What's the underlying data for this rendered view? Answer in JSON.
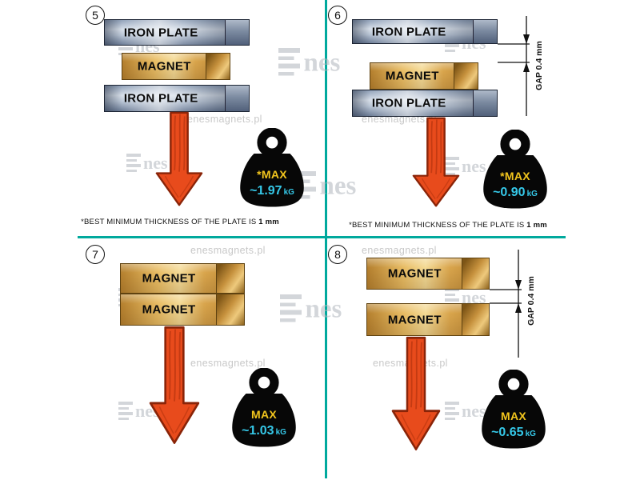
{
  "watermark": {
    "url_text": "enesmagnets.pl",
    "logo_text": "nes"
  },
  "colors": {
    "divider": "#00a99d",
    "arrow_red": "#e84b1c",
    "magnet_gold": "#e8bc63",
    "iron_blue": "#b9c5d5",
    "max_yellow": "#f2c51d",
    "value_cyan": "#35c8e8"
  },
  "panels": [
    {
      "number": "5",
      "layer_top": "IRON PLATE",
      "layer_mid": "MAGNET",
      "layer_bottom": "IRON PLATE",
      "weight_label": "*MAX",
      "weight_value": "~1.97",
      "weight_unit": "kG",
      "footnote": "*BEST MINIMUM THICKNESS OF THE PLATE IS",
      "footnote_bold": "1 mm"
    },
    {
      "number": "6",
      "layer_top": "IRON PLATE",
      "layer_mid": "MAGNET",
      "layer_bottom": "IRON PLATE",
      "gap_label": "GAP 0.4 mm",
      "weight_label": "*MAX",
      "weight_value": "~0.90",
      "weight_unit": "kG",
      "footnote": "*BEST MINIMUM THICKNESS OF THE PLATE IS",
      "footnote_bold": "1 mm"
    },
    {
      "number": "7",
      "layer_top": "MAGNET",
      "layer_bottom": "MAGNET",
      "weight_label": "MAX",
      "weight_value": "~1.03",
      "weight_unit": "kG"
    },
    {
      "number": "8",
      "layer_top": "MAGNET",
      "layer_bottom": "MAGNET",
      "gap_label": "GAP 0.4 mm",
      "weight_label": "MAX",
      "weight_value": "~0.65",
      "weight_unit": "kG"
    }
  ]
}
